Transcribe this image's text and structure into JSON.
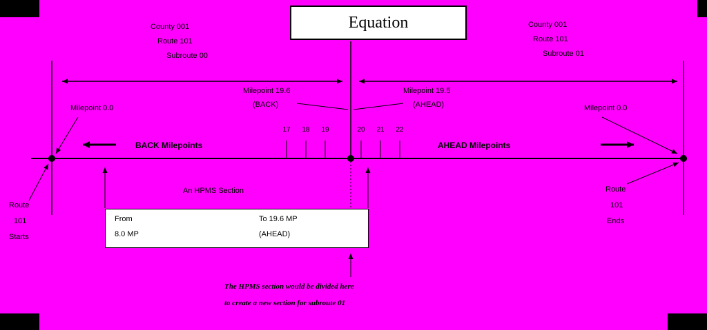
{
  "window": {
    "background_color": "#ff00ff",
    "ink_color": "#000000",
    "panel_color": "#ffffff"
  },
  "equation_box": {
    "title": "Equation"
  },
  "subroute_left": {
    "county": "County 001",
    "route": "Route 101",
    "subroute": "Subroute 00"
  },
  "subroute_right": {
    "county": "County 001",
    "route": "Route 101",
    "subroute": "Subroute 01"
  },
  "milepoints": {
    "left_origin": "Milepoint 0.0",
    "right_origin": "Milepoint 0.0",
    "back_line1": "Milepoint 19.6",
    "back_line2": "(BACK)",
    "ahead_line1": "Milepoint 19.5",
    "ahead_line2": "(AHEAD)"
  },
  "directions": {
    "back": "BACK Milepoints",
    "ahead": "AHEAD Milepoints"
  },
  "ticks": {
    "back": [
      "17",
      "18",
      "19"
    ],
    "ahead": [
      "20",
      "21",
      "22"
    ]
  },
  "hpms": {
    "section_label": "An HPMS Section",
    "from_label": "From",
    "from_value": "8.0 MP",
    "to_label": "To 19.6 MP",
    "to_value": "(AHEAD)"
  },
  "route_start": [
    "Route",
    "101",
    "Starts"
  ],
  "route_end": [
    "Route",
    "101",
    "Ends"
  ],
  "note": [
    "The HPMS section would be divided here",
    "to create a new section for subroute 01"
  ]
}
